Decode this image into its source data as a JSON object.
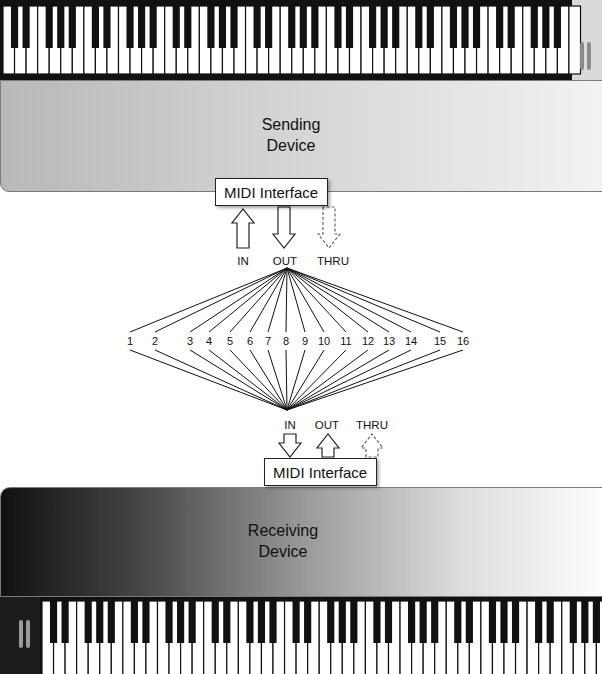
{
  "diagram": {
    "nodes": [
      {
        "text": [
          "Sending Device"
        ]
      },
      {
        "text": [
          "MIDI Interface"
        ]
      },
      {
        "text": [
          "Receiving Device"
        ]
      },
      {
        "text": [
          "MIDI Interface"
        ]
      }
    ],
    "labels": [
      "IN",
      "OUT",
      "THRU",
      "1",
      "2",
      "3",
      "4",
      "5",
      "6",
      "7",
      "8",
      "9",
      "10",
      "11",
      "12",
      "13",
      "14",
      "15",
      "16",
      "IN",
      "OUT",
      "THRU"
    ]
  }
}
